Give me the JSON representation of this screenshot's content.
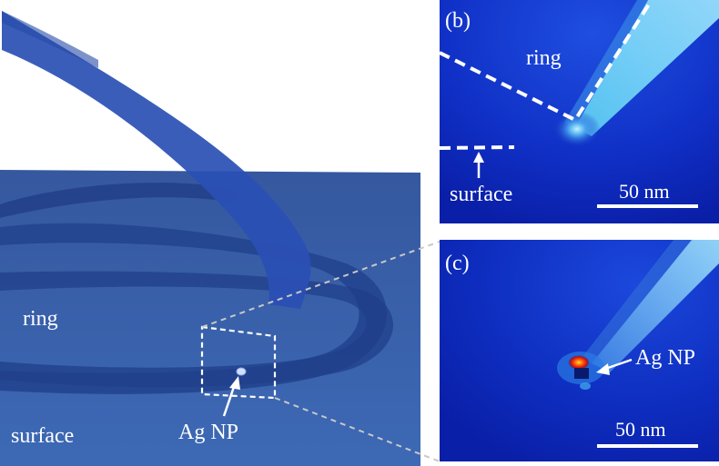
{
  "panel_a": {
    "label_ring": "ring",
    "label_surface": "surface",
    "label_particle": "Ag NP"
  },
  "panel_b": {
    "letter": "(b)",
    "label_ring": "ring",
    "label_surface": "surface",
    "scale_bar": "50 nm"
  },
  "panel_c": {
    "letter": "(c)",
    "label_particle": "Ag NP",
    "scale_bar": "50 nm"
  },
  "colors": {
    "surface": "#3a66b0",
    "ring": "#2a4aa8",
    "field_dark": "#0a1ea8",
    "field_light": "#6fd0f0",
    "hotspot": "#ff4a10"
  }
}
